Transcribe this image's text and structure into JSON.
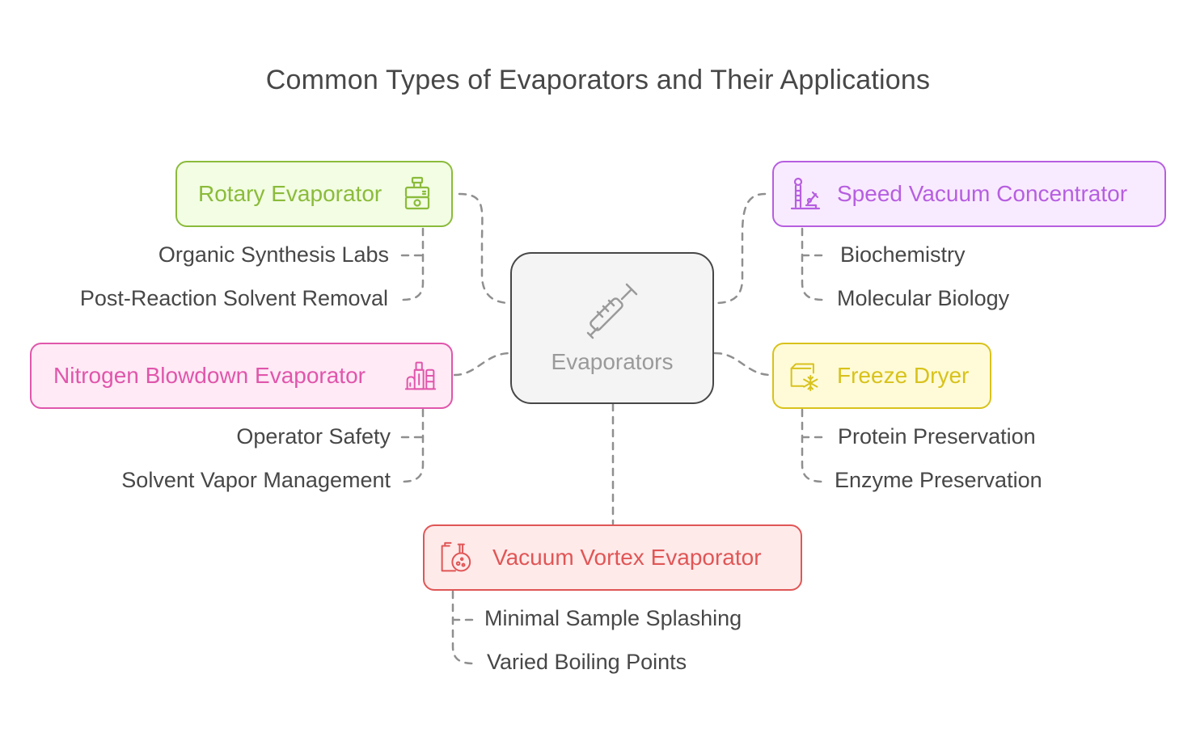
{
  "title": "Common Types of Evaporators and Their Applications",
  "center": {
    "label": "Evaporators",
    "icon": "syringe-icon"
  },
  "branches": [
    {
      "id": "rotary",
      "label": "Rotary Evaporator",
      "icon": "rotary-evaporator-icon",
      "color": "#8bbb3b",
      "fill": "#f2fde3",
      "items": [
        "Organic Synthesis Labs",
        "Post-Reaction Solvent Removal"
      ]
    },
    {
      "id": "speedvac",
      "label": "Speed Vacuum Concentrator",
      "icon": "lab-equipment-icon",
      "color": "#b65fe0",
      "fill": "#f9ebff",
      "items": [
        "Biochemistry",
        "Molecular Biology"
      ]
    },
    {
      "id": "nitrogen",
      "label": "Nitrogen Blowdown Evaporator",
      "icon": "industrial-plant-icon",
      "color": "#e056ab",
      "fill": "#ffeaf6",
      "items": [
        "Operator Safety",
        "Solvent Vapor Management"
      ]
    },
    {
      "id": "freeze",
      "label": "Freeze Dryer",
      "icon": "freezer-snowflake-icon",
      "color": "#d8c21c",
      "fill": "#fffbd8",
      "items": [
        "Protein Preservation",
        "Enzyme Preservation"
      ]
    },
    {
      "id": "vortex",
      "label": "Vacuum Vortex Evaporator",
      "icon": "flask-clipboard-icon",
      "color": "#e05656",
      "fill": "#ffeaea",
      "items": [
        "Minimal Sample Splashing",
        "Varied Boiling Points"
      ]
    }
  ]
}
